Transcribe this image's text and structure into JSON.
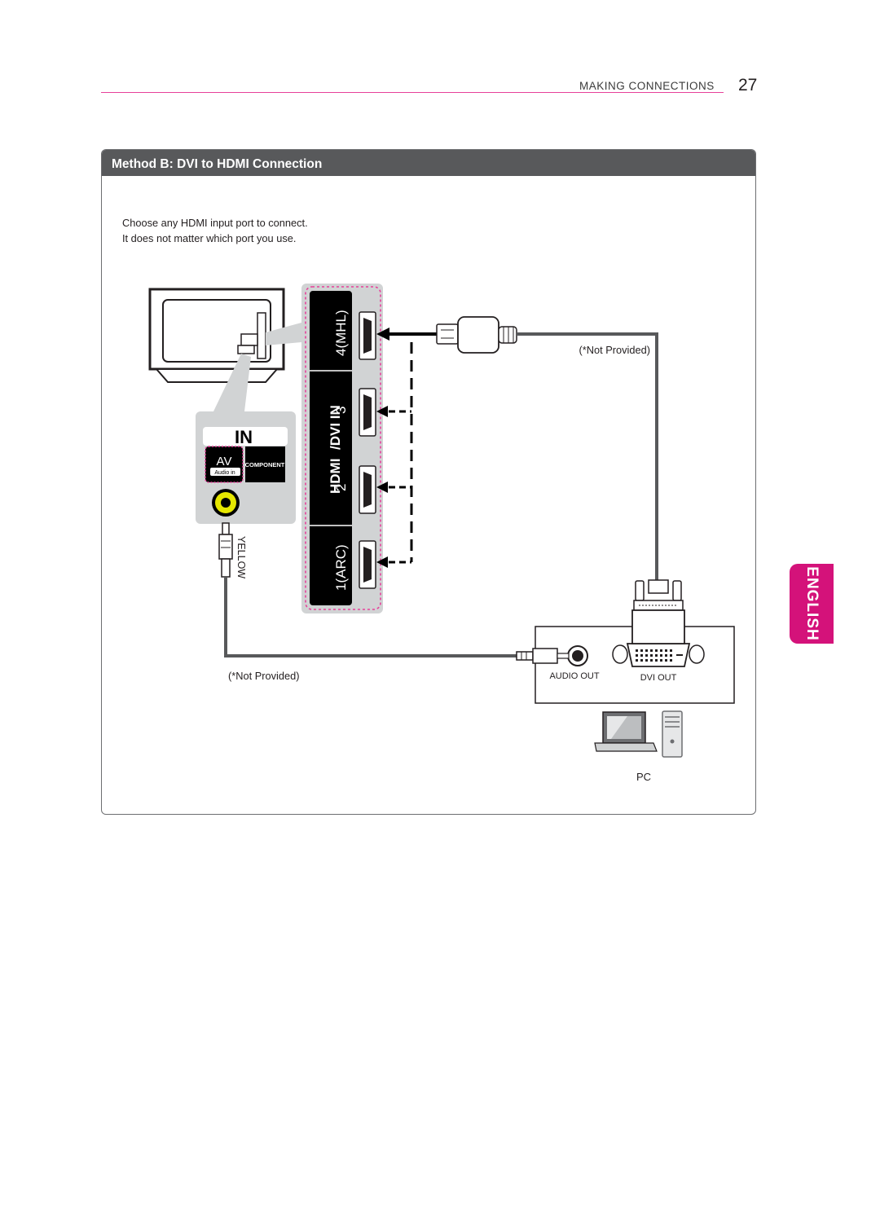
{
  "header": {
    "section": "MAKING CONNECTIONS",
    "page_number": "27"
  },
  "language_tab": "ENGLISH",
  "panel": {
    "title": "Method B: DVI to HDMI Connection",
    "instructions": [
      "Choose any HDMI input port to connect.",
      "It does not matter which port you use."
    ]
  },
  "diagram": {
    "hdmi_panel": {
      "label_logo": "HDMI",
      "label_suffix": "/DVI IN",
      "ports": [
        "4(MHL)",
        "3",
        "2",
        "1(ARC)"
      ]
    },
    "av_panel": {
      "in_label": "IN",
      "av_label": "AV",
      "audio_in_label": "Audio in",
      "component_label": "COMPONENT"
    },
    "cable_color_label": "YELLOW",
    "not_provided_hdmi": "(*Not Provided)",
    "not_provided_audio": "(*Not Provided)",
    "pc_box": {
      "audio_out": "AUDIO OUT",
      "dvi_out": "DVI OUT"
    },
    "pc_label": "PC"
  },
  "colors": {
    "accent": "#d4127a",
    "header_rule": "#e7419a",
    "panel_header": "#58595b",
    "rca_yellow": "#e5e600"
  }
}
